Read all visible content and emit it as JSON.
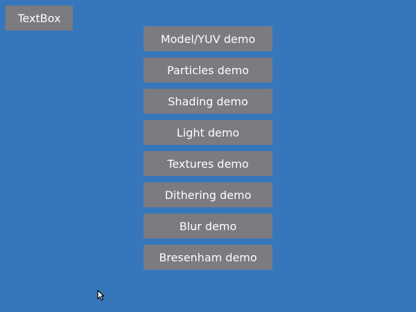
{
  "topbar": {
    "textbox_label": "TextBox"
  },
  "menu": {
    "items": [
      {
        "label": "Model/YUV demo"
      },
      {
        "label": "Particles demo"
      },
      {
        "label": "Shading demo"
      },
      {
        "label": "Light demo"
      },
      {
        "label": "Textures demo"
      },
      {
        "label": "Dithering demo"
      },
      {
        "label": "Blur demo"
      },
      {
        "label": "Bresenham demo"
      }
    ]
  },
  "colors": {
    "background": "#3677bb",
    "button": "#7b7b80",
    "text": "#ffffff"
  },
  "icons": {
    "cursor": "mouse-pointer-icon"
  }
}
